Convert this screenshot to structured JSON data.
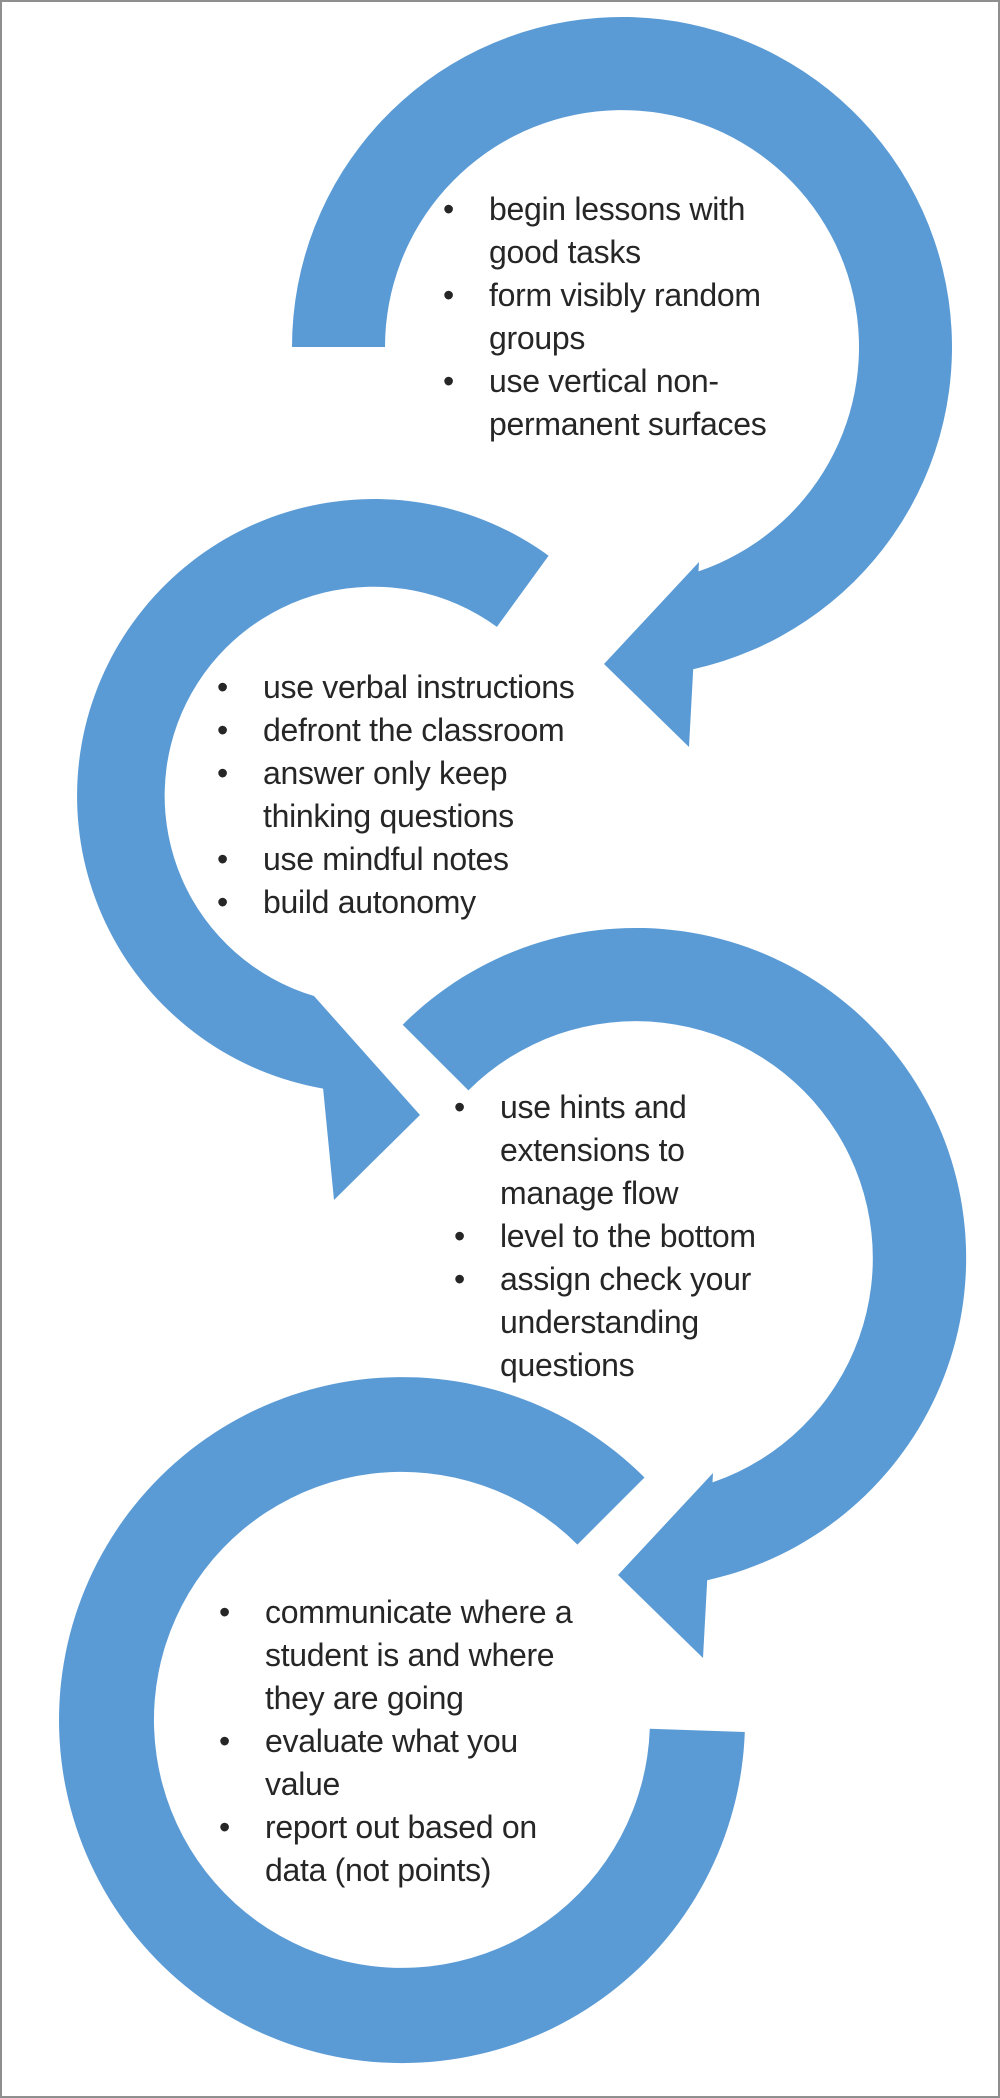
{
  "diagram": {
    "type": "cycle-arrows-process",
    "arrow_color": "#5b9bd5",
    "text_color": "#262626",
    "background": "#ffffff",
    "border_color": "#8f8f8f",
    "circles": [
      {
        "id": "circle-1",
        "bullets": [
          [
            "begin lessons with",
            "good tasks"
          ],
          [
            "form visibly random",
            "groups"
          ],
          [
            "use vertical non-",
            "permanent surfaces"
          ]
        ]
      },
      {
        "id": "circle-2",
        "bullets": [
          [
            "use verbal instructions"
          ],
          [
            "defront the classroom"
          ],
          [
            "answer only keep",
            "thinking questions"
          ],
          [
            "use mindful notes"
          ],
          [
            "build autonomy"
          ]
        ]
      },
      {
        "id": "circle-3",
        "bullets": [
          [
            "use hints and",
            "extensions to",
            "manage flow"
          ],
          [
            "level to the bottom"
          ],
          [
            "assign check your",
            "understanding",
            "questions"
          ]
        ]
      },
      {
        "id": "circle-4",
        "bullets": [
          [
            "communicate where a",
            "student is and where",
            "they are going"
          ],
          [
            "evaluate what you",
            "value"
          ],
          [
            "report out based on",
            "data (not points)"
          ]
        ]
      }
    ]
  }
}
